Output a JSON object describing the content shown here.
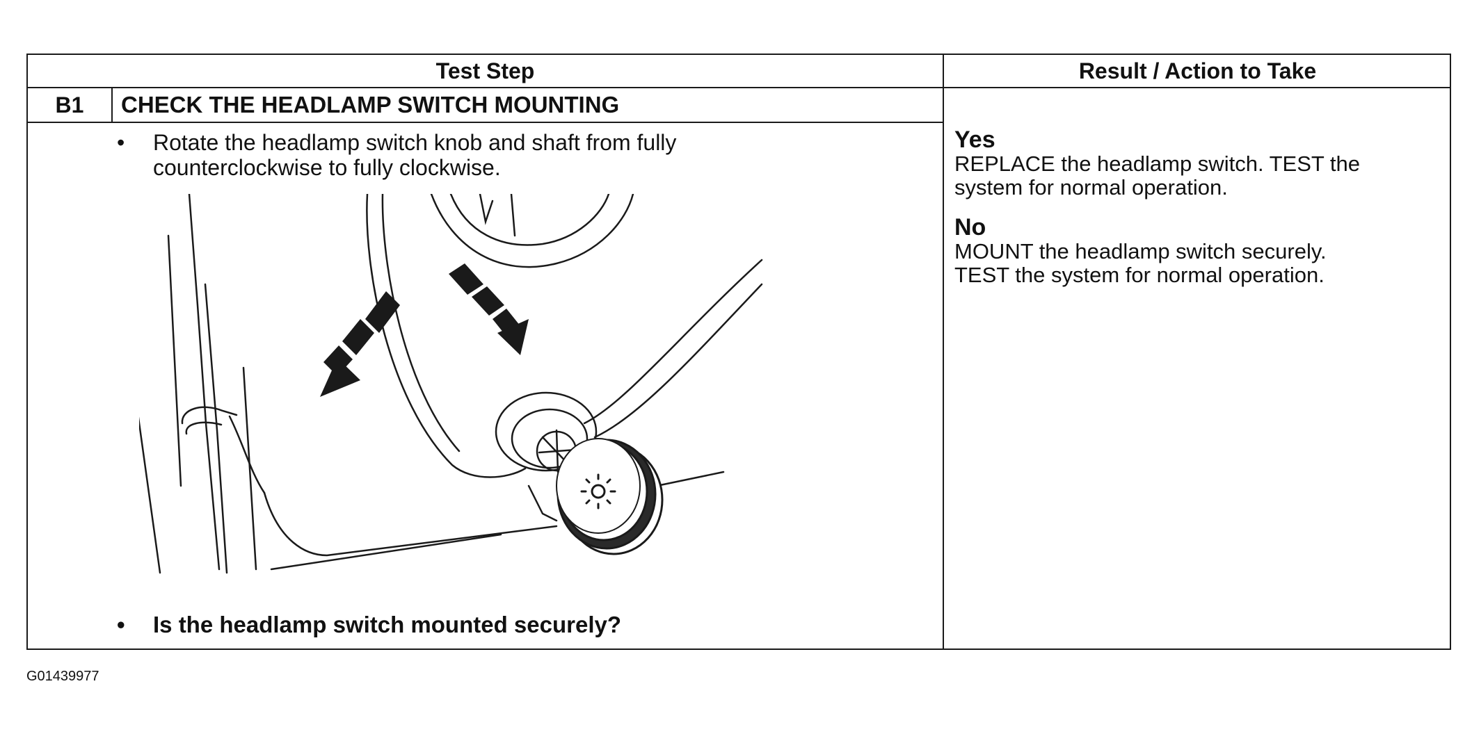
{
  "table": {
    "header_test_step": "Test Step",
    "header_result": "Result / Action to Take",
    "step_id": "B1",
    "step_title": "CHECK THE HEADLAMP SWITCH MOUNTING",
    "bullet_1_line_1": "Rotate the headlamp switch knob and shaft from fully",
    "bullet_1_line_2": "counterclockwise to fully clockwise.",
    "bullet_2": "Is the headlamp switch mounted securely?",
    "bullet_symbol": "•"
  },
  "results": {
    "yes_label": "Yes",
    "yes_line_1": "REPLACE the headlamp switch. TEST the",
    "yes_line_2": "system for normal operation.",
    "no_label": "No",
    "no_line_1": "MOUNT the headlamp switch securely.",
    "no_line_2": "TEST the system for normal operation."
  },
  "illustration": {
    "icon": "headlamp-switch-knob-illustration",
    "arrow_icon": "rotation-arrow-icon",
    "light_symbol_icon": "headlamp-light-symbol-icon"
  },
  "figure_id": "G01439977"
}
